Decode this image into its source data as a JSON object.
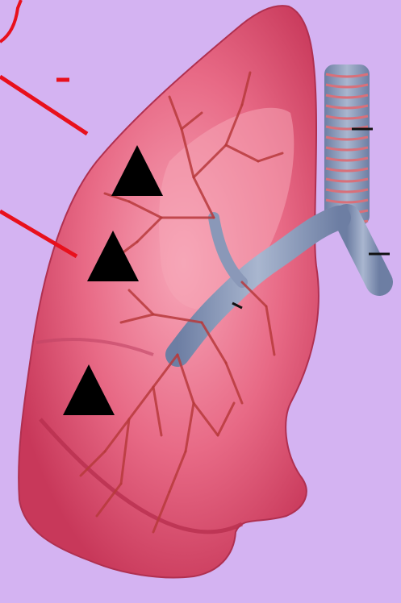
{
  "diagram": {
    "background_color": "#d4b3f2",
    "lung_color": "#e0526f",
    "lung_highlight_color": "#f59bb0",
    "lung_shadow_color": "#b8304f",
    "airway_color": "#8a98b8",
    "airway_ring_color": "#d8707a",
    "bronchiole_color": "#b83a3c",
    "pointer_line_color": "#e8101c",
    "marker_color": "#000000",
    "markers": [
      {
        "shape": "triangle",
        "name": "marker-upper"
      },
      {
        "shape": "triangle",
        "name": "marker-middle"
      },
      {
        "shape": "triangle",
        "name": "marker-lower"
      }
    ],
    "pointer_lines": [
      {
        "name": "pointer-line-upper"
      },
      {
        "name": "pointer-line-middle"
      }
    ],
    "label_ticks": [
      {
        "name": "tick-red-small"
      },
      {
        "name": "tick-trachea"
      },
      {
        "name": "tick-main-bronchus"
      },
      {
        "name": "tick-inner-bronchus"
      }
    ]
  }
}
